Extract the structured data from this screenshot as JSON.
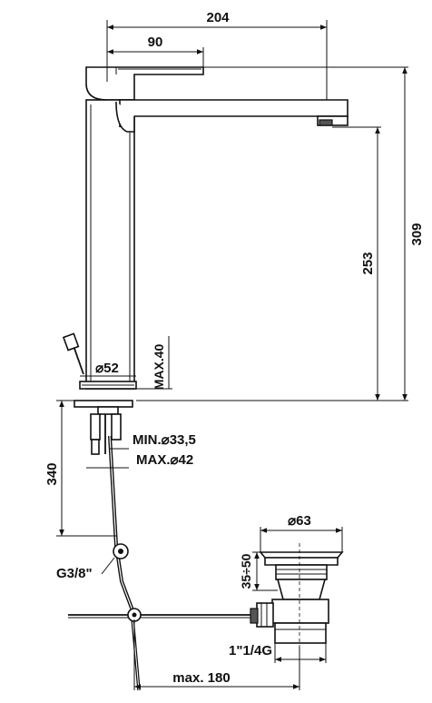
{
  "dimensions": {
    "overall_reach": "204",
    "handle_offset": "90",
    "total_height": "309",
    "spout_height": "253",
    "base_diameter": "⌀52",
    "max_deck_thickness": "MAX.40",
    "hole_min": "MIN.⌀33,5",
    "hole_max": "MAX.⌀42",
    "hose_length": "340",
    "hose_connection": "G3/8\"",
    "waste_diameter": "⌀63",
    "waste_stroke": "35÷50",
    "waste_thread": "1\"1/4G",
    "max_rod_length": "max. 180"
  }
}
